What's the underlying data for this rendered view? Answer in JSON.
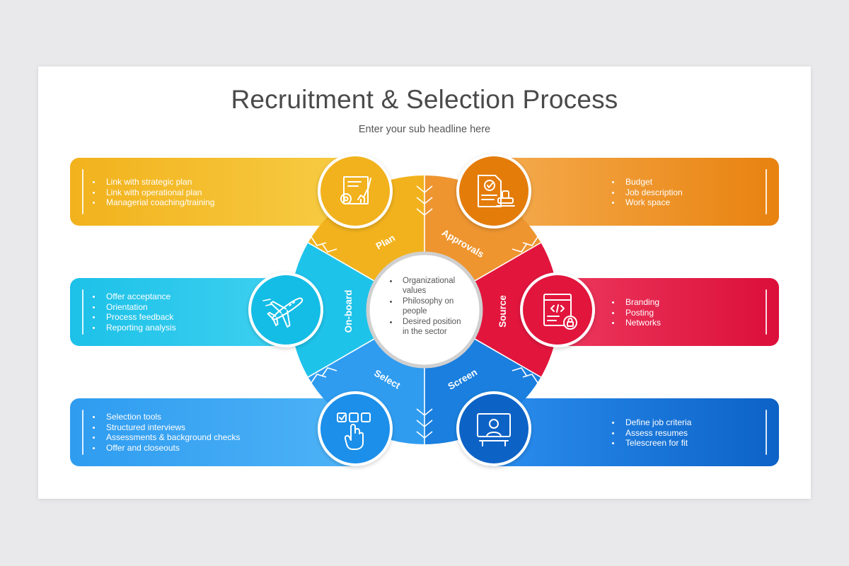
{
  "title": "Recruitment & Selection Process",
  "subtitle": "Enter your sub headline here",
  "center": {
    "items": [
      "Organizational values",
      "Philosophy on people",
      "Desired position in the sector"
    ]
  },
  "steps": [
    {
      "label": "Plan",
      "icon": "strategic-plan-icon",
      "color": "#f2b21d",
      "bullets": [
        "Link with strategic plan",
        "Link with operational plan",
        "Managerial coaching/training"
      ]
    },
    {
      "label": "Approvals",
      "icon": "approved-document-stamp-icon",
      "color": "#ec8a1a",
      "bullets": [
        "Budget",
        "Job description",
        "Work space"
      ]
    },
    {
      "label": "Source",
      "icon": "code-window-lock-icon",
      "color": "#e2153d",
      "bullets": [
        "Branding",
        "Posting",
        "Networks"
      ]
    },
    {
      "label": "Screen",
      "icon": "person-at-monitor-icon",
      "color": "#1a7fde",
      "bullets": [
        "Define job criteria",
        "Assess resumes",
        "Telescreen for fit"
      ]
    },
    {
      "label": "Select",
      "icon": "hand-selecting-option-icon",
      "color": "#2f9cf0",
      "bullets": [
        "Selection tools",
        "Structured interviews",
        "Assessments & background checks",
        "Offer and closeouts"
      ]
    },
    {
      "label": "On-board",
      "icon": "airplane-icon",
      "color": "#1ec3ea",
      "bullets": [
        "Offer acceptance",
        "Orientation",
        "Process feedback",
        "Reporting analysis"
      ]
    }
  ]
}
